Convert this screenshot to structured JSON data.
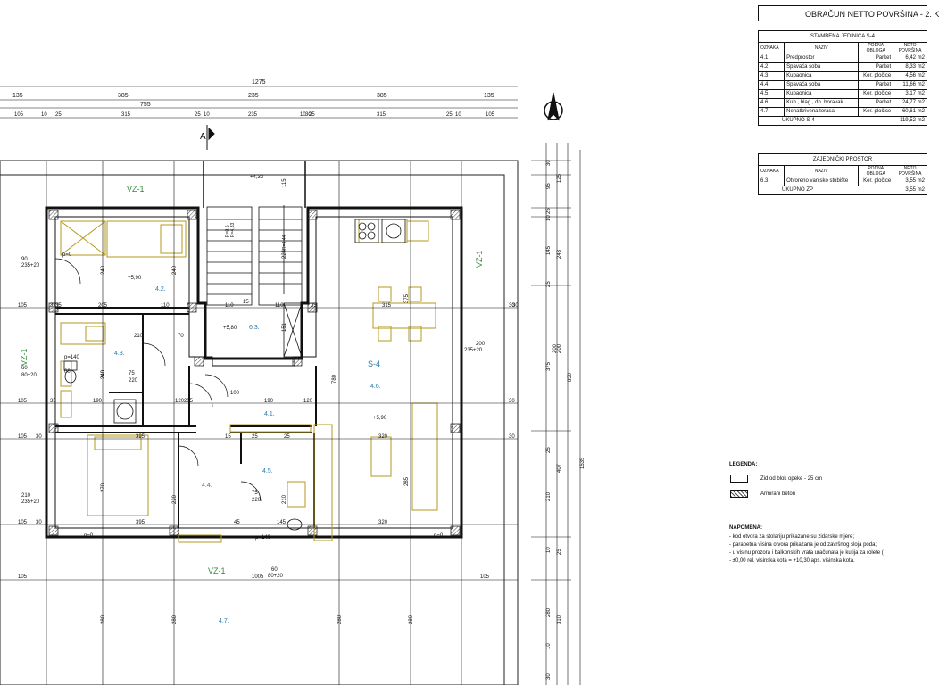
{
  "header": {
    "title": "OBRAČUN NETTO POVRŠINA - 2. K"
  },
  "unit_table": {
    "title": "STAMBENA JEDINICA S-4",
    "columns": [
      "OZNAKA",
      "NAZIV",
      "PODNA OBLOGA",
      "NETO POVRŠINA"
    ],
    "rows": [
      [
        "4.1.",
        "Predprostor",
        "Parket",
        "6,42 m2"
      ],
      [
        "4.2.",
        "Spavaća soba",
        "Parket",
        "8,33 m2"
      ],
      [
        "4.3.",
        "Kupaonica",
        "Ker. pločice",
        "4,56 m2"
      ],
      [
        "4.4.",
        "Spavaća soba",
        "Parket",
        "11,66 m2"
      ],
      [
        "4.5.",
        "Kupaonica",
        "Ker. pločice",
        "3,17 m2"
      ],
      [
        "4.6.",
        "Kuh., blag., dn. boravak",
        "Parket",
        "24,77 m2"
      ],
      [
        "4.7.",
        "Nenatkrivena terasa",
        "Ker. pločice",
        "60,61 m2"
      ]
    ],
    "total_label": "UKUPNO S-4",
    "total_value": "119,52 m2"
  },
  "common_table": {
    "title": "ZAJEDNIČKI PROSTOR",
    "columns": [
      "OZNAKA",
      "NAZIV",
      "PODNA OBLOGA",
      "NETO POVRŠINA"
    ],
    "rows": [
      [
        "6.3.",
        "Otvoreno vanjsko stubište",
        "Ker. pločice",
        "3,55 m2"
      ]
    ],
    "total_label": "UKUPNO ZP",
    "total_value": "3,55 m2"
  },
  "legend": {
    "title": "LEGENDA:",
    "items": [
      "Zid od blok opeke - 25 cm",
      "Armirani beton"
    ]
  },
  "notes": {
    "title": "NAPOMENA:",
    "lines": [
      "- kod otvora za stolariju prikazane su zidarske mjere;",
      "- parapetna visina otvora prikazana je od završnog sloja poda;",
      "- u visinu prozora i balkonskih vrata uračunata je kutija za rolete (",
      "- ±0,00 rel. visinska kota = +10,30 aps. visinska kota."
    ]
  },
  "plan": {
    "section_mark": "A",
    "room_labels": [
      "4.2.",
      "4.3.",
      "6.3.",
      "4.1.",
      "4.6.",
      "4.4.",
      "4.5.",
      "4.7."
    ],
    "unit_label": "S-4",
    "vz_labels": [
      "VZ-1",
      "VZ-1",
      "VZ-1",
      "VZ-1"
    ],
    "elevations": [
      "+4,33",
      "+5,90",
      "+5,80",
      "+5,90"
    ],
    "top_dims": {
      "row1": [
        "1275"
      ],
      "row2": [
        "135",
        "385",
        "235",
        "385",
        "135"
      ],
      "row3": [
        "755"
      ],
      "row4": [
        "105",
        "10",
        "25",
        "315",
        "25",
        "10",
        "235",
        "30",
        "10",
        "25",
        "315",
        "25",
        "10",
        "105"
      ]
    },
    "right_dims": [
      "30",
      "95",
      "125",
      "25",
      "10",
      "145",
      "243",
      "25",
      "200",
      "375",
      "850",
      "1535",
      "25",
      "407",
      "210",
      "10",
      "25",
      "280",
      "310",
      "10",
      "30"
    ],
    "interior_dims": [
      "105",
      "35",
      "205",
      "110",
      "110",
      "15",
      "110",
      "35",
      "315",
      "30",
      "105",
      "35",
      "190",
      "120",
      "205",
      "190",
      "120",
      "30",
      "105",
      "30",
      "395",
      "15",
      "25",
      "25",
      "320",
      "30",
      "105",
      "30",
      "395",
      "45",
      "145",
      "320",
      "1005",
      "105",
      "105",
      "280",
      "280",
      "280",
      "280",
      "240",
      "240",
      "270",
      "220",
      "285",
      "375",
      "200",
      "780",
      "224",
      "115",
      "151",
      "240",
      "210",
      "70",
      "75",
      "220",
      "75",
      "220",
      "100",
      "210",
      "60",
      "240",
      "35",
      "30"
    ],
    "opening_notes": [
      "90",
      "235+20",
      "p=0",
      "p=140",
      "60",
      "80+20",
      "200",
      "235+20",
      "210",
      "235+20",
      "p=0",
      "p=140",
      "60",
      "80+20",
      "p=0"
    ],
    "stair_notes": [
      "R=0,5",
      "R=4,33",
      "R=4,44"
    ]
  }
}
